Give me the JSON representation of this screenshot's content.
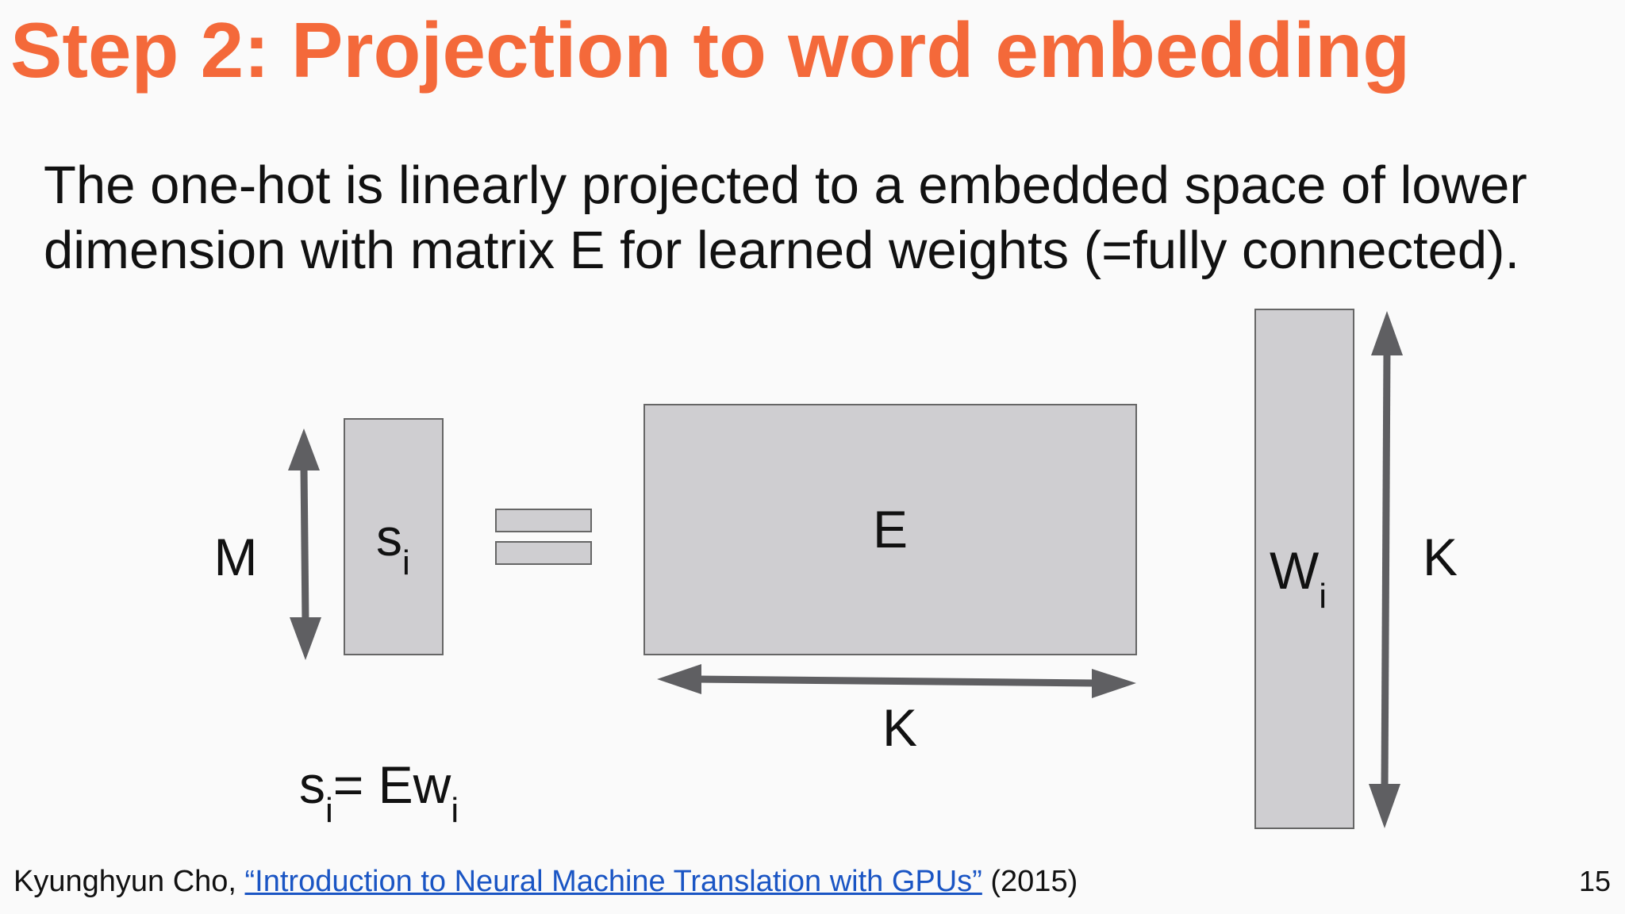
{
  "slide": {
    "title": "Step 2: Projection to word embedding",
    "body_lines": [
      "The one-hot is linearly projected to a embedded space of lower",
      "dimension with matrix E for learned weights (=fully connected)."
    ],
    "slide_number": "15"
  },
  "diagram": {
    "m_label": "M",
    "s_label": "s",
    "s_subscript": "i",
    "e_label": "E",
    "k_bottom_label": "K",
    "w_label": "W",
    "w_subscript": "i",
    "k_right_label": "K",
    "equation": {
      "s": "s",
      "sub1": "i",
      "mid": "= Ew",
      "sub2": "i"
    }
  },
  "citation": {
    "author": "Kyunghyun Cho, ",
    "link_text": "“Introduction to Neural Machine Translation with GPUs”",
    "year": " (2015)"
  },
  "colors": {
    "title": "#f4693a",
    "box_fill": "#cfced1",
    "box_stroke": "#666666",
    "arrow": "#5f5f62",
    "link": "#1a55c4"
  }
}
